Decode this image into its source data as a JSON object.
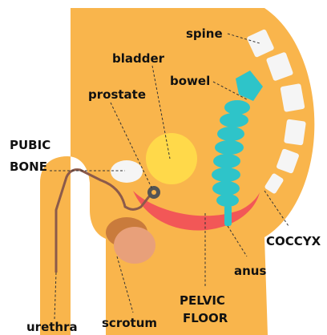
{
  "diagram": {
    "labels": {
      "spine": "spine",
      "bladder": "bladder",
      "bowel": "bowel",
      "prostate": "prostate",
      "pubic_bone_line1": "PUBIC",
      "pubic_bone_line2": "BONE",
      "coccyx": "COCCYX",
      "anus": "anus",
      "pelvic_floor_line1": "PELVIC",
      "pelvic_floor_line2": "FLOOR",
      "scrotum": "scrotum",
      "urethra": "urethra"
    },
    "colors": {
      "body": "#F9B54C",
      "bone": "#F5F5F5",
      "bladder": "#FFD94A",
      "bowel": "#2EC4C9",
      "pelvic_floor": "#F25757",
      "testis": "#E8A07A",
      "epididymis": "#C97B3C",
      "urethra": "#8C5A4A",
      "prostate": "#555555",
      "text": "#111111"
    }
  }
}
